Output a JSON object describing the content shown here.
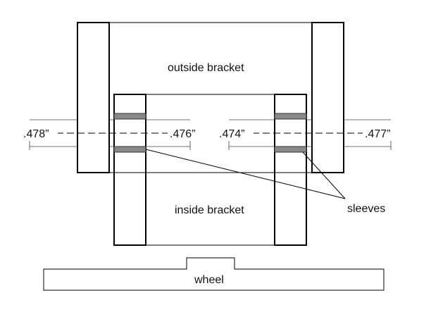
{
  "labels": {
    "outside_bracket": "outside bracket",
    "inside_bracket": "inside bracket",
    "wheel": "wheel",
    "sleeves": "sleeves"
  },
  "dimensions": {
    "far_left": ".478”",
    "inner_left": ".476”",
    "inner_right": ".474”",
    "far_right": ".477”"
  },
  "colors": {
    "sleeve_fill": "#888888",
    "line": "#000000"
  }
}
